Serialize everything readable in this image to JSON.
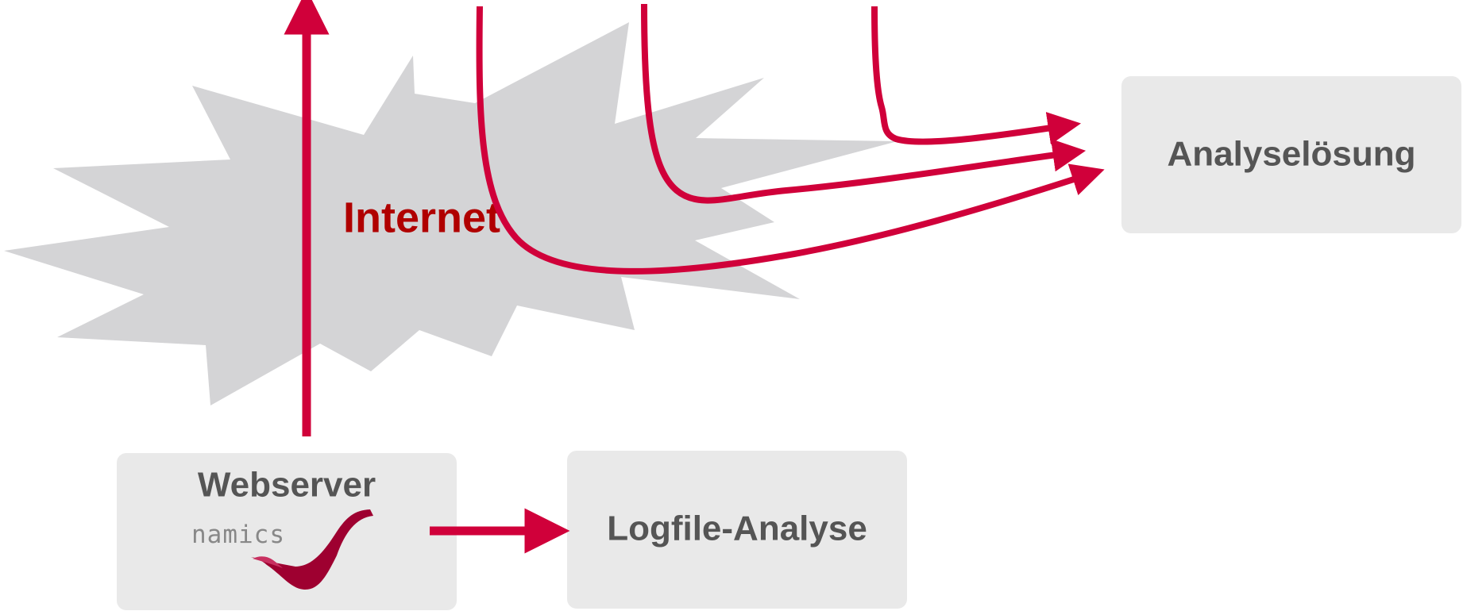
{
  "cloud": {
    "label": "Internet"
  },
  "boxes": {
    "webserver": {
      "label": "Webserver"
    },
    "logfile": {
      "label": "Logfile-Analyse"
    },
    "analysis": {
      "label": "Analyselösung"
    }
  },
  "logo": {
    "text": "namics",
    "icon": "namics-swoosh-logo"
  },
  "colors": {
    "arrow": "#d0003a",
    "cloud_fill": "#d4d4d6",
    "cloud_text": "#b00000",
    "box_fill": "#e9e9e9",
    "box_text": "#555555",
    "logo_text": "#888888",
    "logo_mark": "#9e0030"
  }
}
